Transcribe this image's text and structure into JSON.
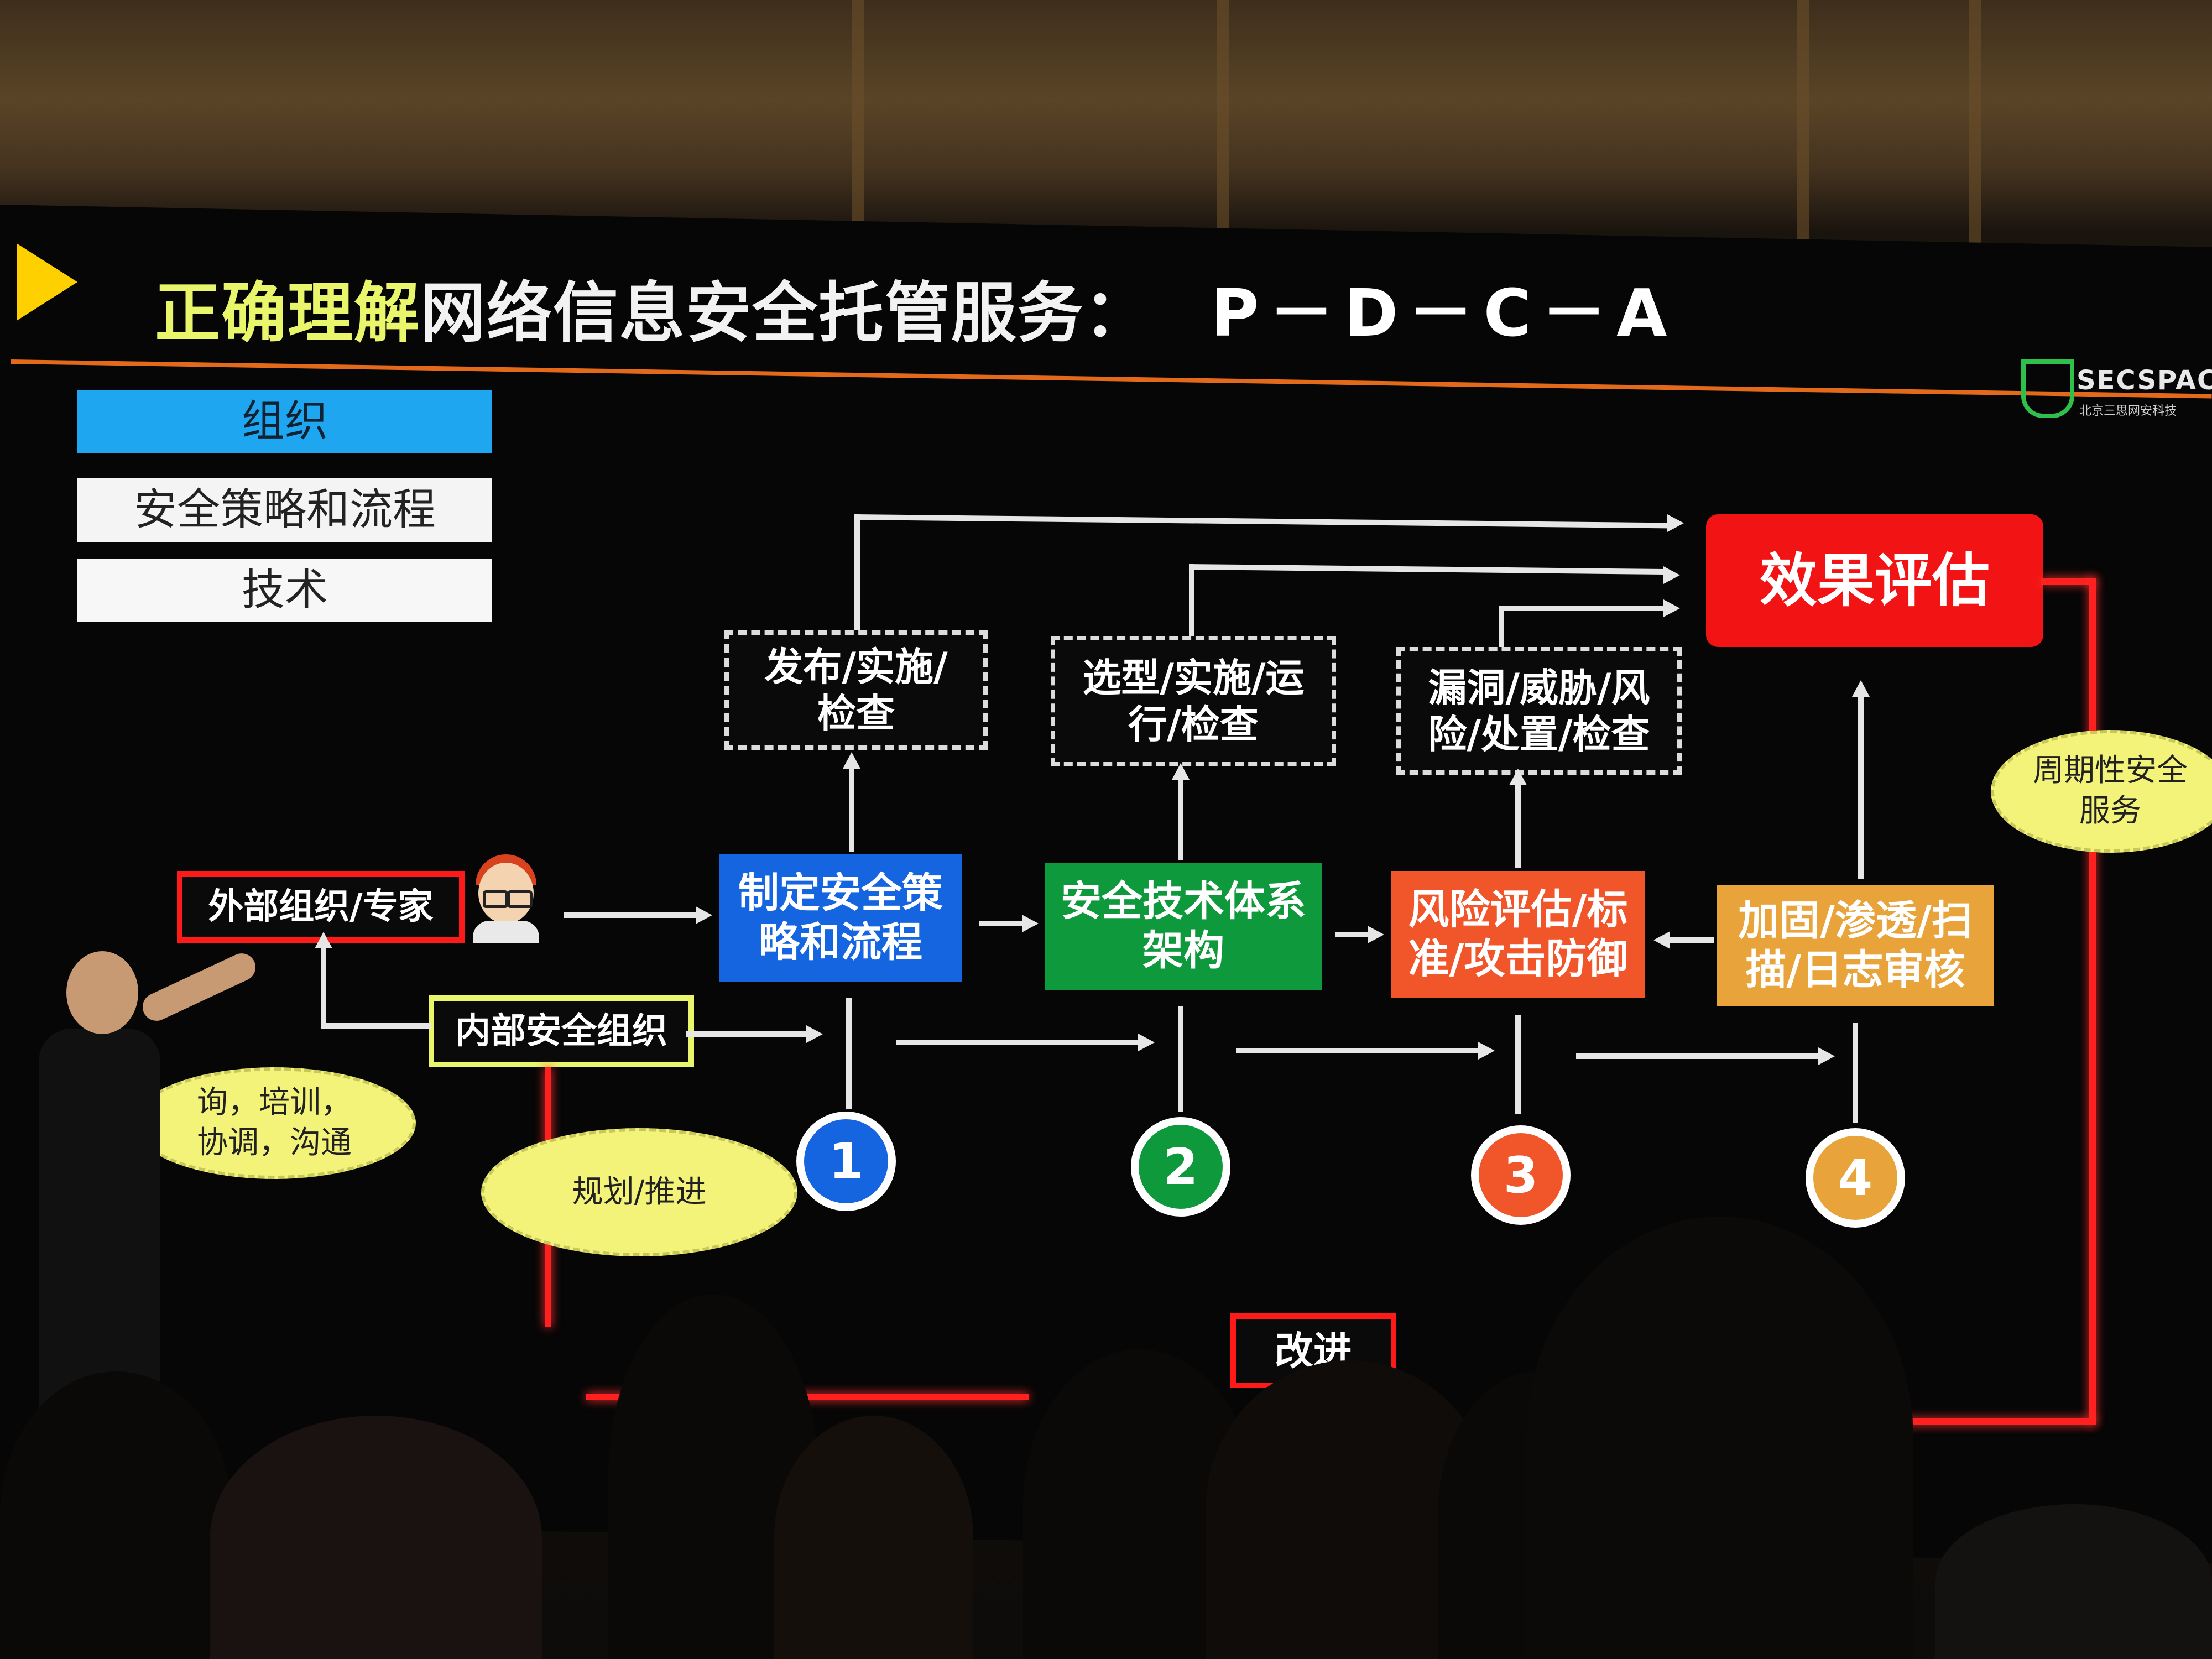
{
  "slide": {
    "title_highlight": "正确理解",
    "title_main": "网络信息安全托管服务：",
    "title_pdca": "P－D－C－A",
    "logo_text": "SECSPACE",
    "logo_sub": "北京三思网安科技"
  },
  "legend": {
    "org": "组织",
    "policy": "安全策略和流程",
    "tech": "技术"
  },
  "checks": {
    "c1": "发布/实施/\n检查",
    "c2": "选型/实施/运\n行/检查",
    "c3": "漏洞/威胁/风\n险/处置/检查"
  },
  "steps": {
    "s1": "制定安全策\n略和流程",
    "s2": "安全技术体系\n架构",
    "s3": "风险评估/标\n准/攻击防御",
    "s4": "加固/渗透/扫\n描/日志审核"
  },
  "eval": "效果评估",
  "external": "外部组织/专家",
  "internal": "内部安全组织",
  "numbers": [
    "1",
    "2",
    "3",
    "4"
  ],
  "bubbles": {
    "b1": "询，培训，\n协调，沟通",
    "b2": "规划/推进",
    "b3": "周期性安全\n服务"
  },
  "improve": "改进",
  "colors": {
    "blue": "#1565e0",
    "green": "#0e9a3c",
    "orange": "#f0562a",
    "amber": "#e8a33a",
    "red": "#f21414"
  }
}
